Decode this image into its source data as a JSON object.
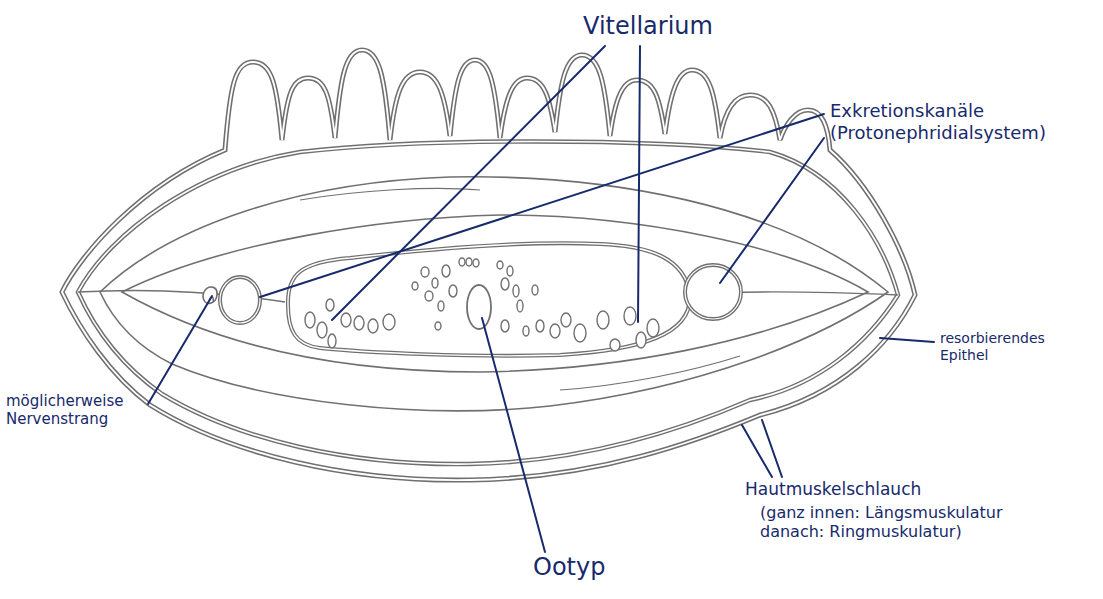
{
  "diagram": {
    "labels": [
      "Vitellarium",
      "Exkretionskanäle (Protonephridialsystem)",
      "möglicherweise Nervenstrang",
      "resorbierendes Epithel",
      "Hautmuskelschlauch",
      "(ganz innen: Längsmuskulatur danach: Ringmuskulatur)",
      "Ootyp"
    ]
  }
}
